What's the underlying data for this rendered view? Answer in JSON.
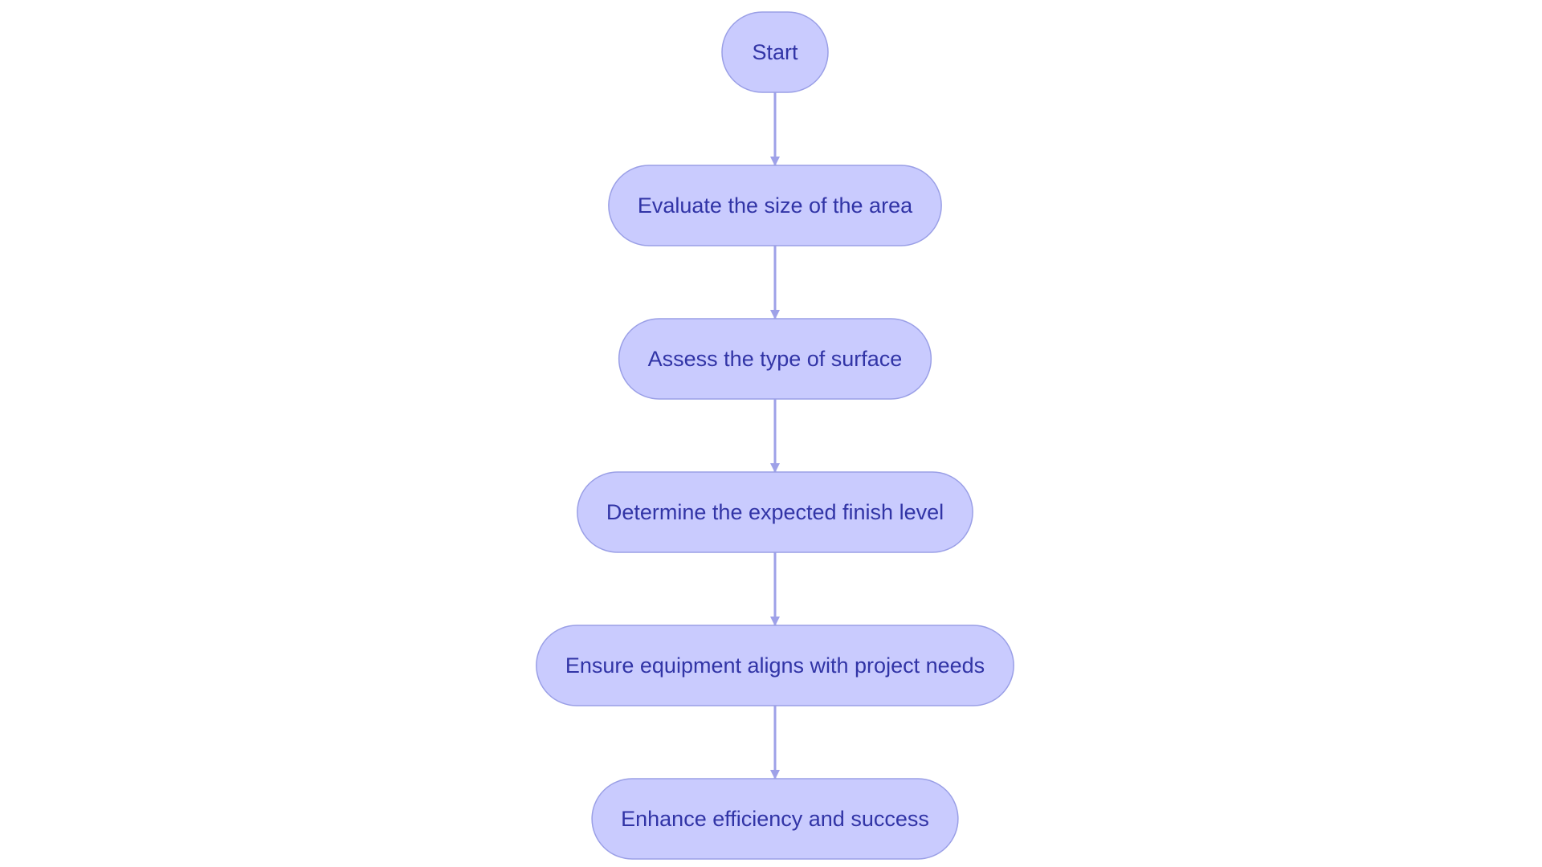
{
  "diagram": {
    "type": "flowchart",
    "direction": "top-to-bottom",
    "colors": {
      "node_fill": "#c9cbfe",
      "node_stroke": "#9a9fe6",
      "node_text": "#3134a6",
      "edge": "#9ea1e8",
      "background": "#ffffff"
    },
    "nodes": [
      {
        "id": "start",
        "label": "Start"
      },
      {
        "id": "evaluate",
        "label": "Evaluate the size of the area"
      },
      {
        "id": "assess",
        "label": "Assess the type of surface"
      },
      {
        "id": "determine",
        "label": "Determine the expected finish level"
      },
      {
        "id": "ensure",
        "label": "Ensure equipment aligns with project needs"
      },
      {
        "id": "enhance",
        "label": "Enhance efficiency and success"
      }
    ],
    "edges": [
      {
        "from": "start",
        "to": "evaluate"
      },
      {
        "from": "evaluate",
        "to": "assess"
      },
      {
        "from": "assess",
        "to": "determine"
      },
      {
        "from": "determine",
        "to": "ensure"
      },
      {
        "from": "ensure",
        "to": "enhance"
      }
    ]
  }
}
